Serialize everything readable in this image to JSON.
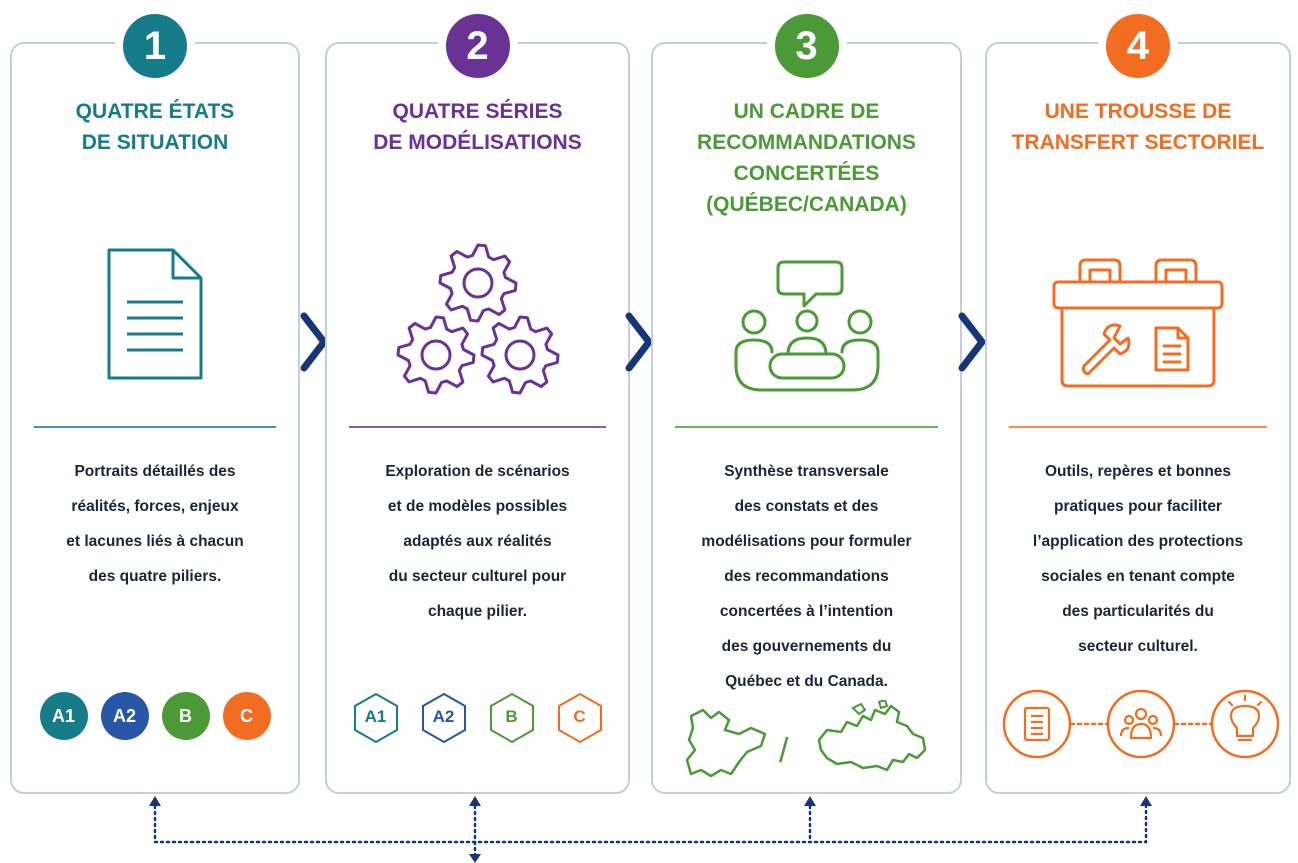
{
  "colors": {
    "teal": "#177c8a",
    "purple": "#6b3295",
    "green": "#4c9a37",
    "orange": "#f26d22",
    "navy": "#16367a",
    "blue": "#2757a6",
    "border": "#c5cdd9"
  },
  "columns": [
    {
      "number": "1",
      "title": [
        "QUATRE ÉTATS",
        "DE SITUATION"
      ],
      "icon": "document-icon",
      "description": [
        "Portraits détaillés des",
        "réalités, forces, enjeux",
        "et lacunes liés à chacun",
        "des quatre piliers."
      ],
      "badges": [
        "A1",
        "A2",
        "B",
        "C"
      ]
    },
    {
      "number": "2",
      "title": [
        "QUATRE SÉRIES",
        "DE MODÉLISATIONS"
      ],
      "icon": "gears-icon",
      "description": [
        "Exploration de scénarios",
        "et de modèles possibles",
        "adaptés aux réalités",
        "du secteur culturel pour",
        "chaque pilier."
      ],
      "badges": [
        "A1",
        "A2",
        "B",
        "C"
      ]
    },
    {
      "number": "3",
      "title": [
        "UN CADRE DE",
        "RECOMMANDATIONS",
        "CONCERTÉES",
        "(QUÉBEC/CANADA)"
      ],
      "icon": "meeting-icon",
      "description": [
        "Synthèse transversale",
        "des constats et des",
        "modélisations pour formuler",
        "des recommandations",
        "concertées à l’intention",
        "des gouvernements du",
        "Québec et du Canada."
      ],
      "map_separator": "/"
    },
    {
      "number": "4",
      "title": [
        "UNE TROUSSE DE",
        "TRANSFERT SECTORIEL"
      ],
      "icon": "toolbox-icon",
      "description": [
        "Outils, repères et bonnes",
        "pratiques pour faciliter",
        "l’application des protections",
        "sociales en tenant compte",
        "des particularités du",
        "secteur culturel."
      ],
      "tools": [
        "checklist-icon",
        "people-icon",
        "lightbulb-icon"
      ]
    }
  ]
}
